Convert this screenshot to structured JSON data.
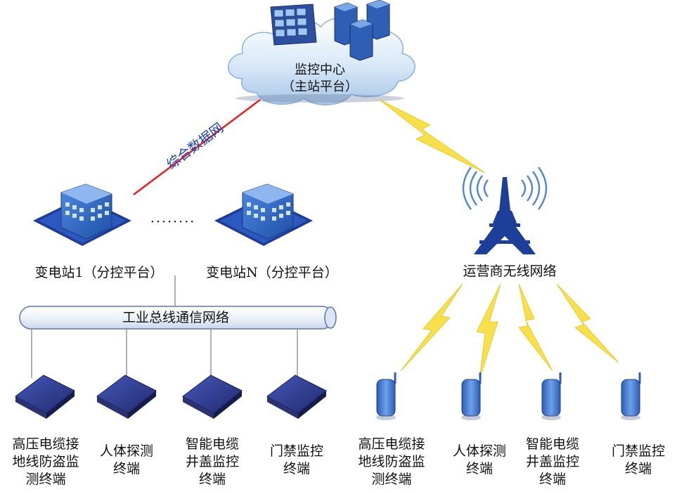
{
  "center": {
    "title": "监控中心",
    "subtitle": "（主站平台）"
  },
  "links": {
    "data_network": "综合数据网",
    "dots": "········"
  },
  "substations": [
    {
      "label": "变电站1（分控平台）"
    },
    {
      "label": "变电站N（分控平台）"
    }
  ],
  "bus": {
    "label": "工业总线通信网络"
  },
  "wireless": {
    "label": "运营商无线网络"
  },
  "wired_terminals": [
    {
      "line1": "高压电缆接",
      "line2": "地线防盗监",
      "line3": "测终端"
    },
    {
      "line1": "人体探测",
      "line2": "终端",
      "line3": ""
    },
    {
      "line1": "智能电缆",
      "line2": "井盖监控",
      "line3": "终端"
    },
    {
      "line1": "门禁监控",
      "line2": "终端",
      "line3": ""
    }
  ],
  "wireless_terminals": [
    {
      "line1": "高压电缆接",
      "line2": "地线防盗监",
      "line3": "测终端"
    },
    {
      "line1": "人体探测",
      "line2": "终端",
      "line3": ""
    },
    {
      "line1": "智能电缆",
      "line2": "井盖监控",
      "line3": "终端"
    },
    {
      "line1": "门禁监控",
      "line2": "终端",
      "line3": ""
    }
  ],
  "colors": {
    "cloud": "#cfe3f7",
    "red_link": "#e02020",
    "bolt": "#f7e04a",
    "device": "#2f3f8f",
    "building": "#2a5db8",
    "tower": "#1d3f9a"
  }
}
